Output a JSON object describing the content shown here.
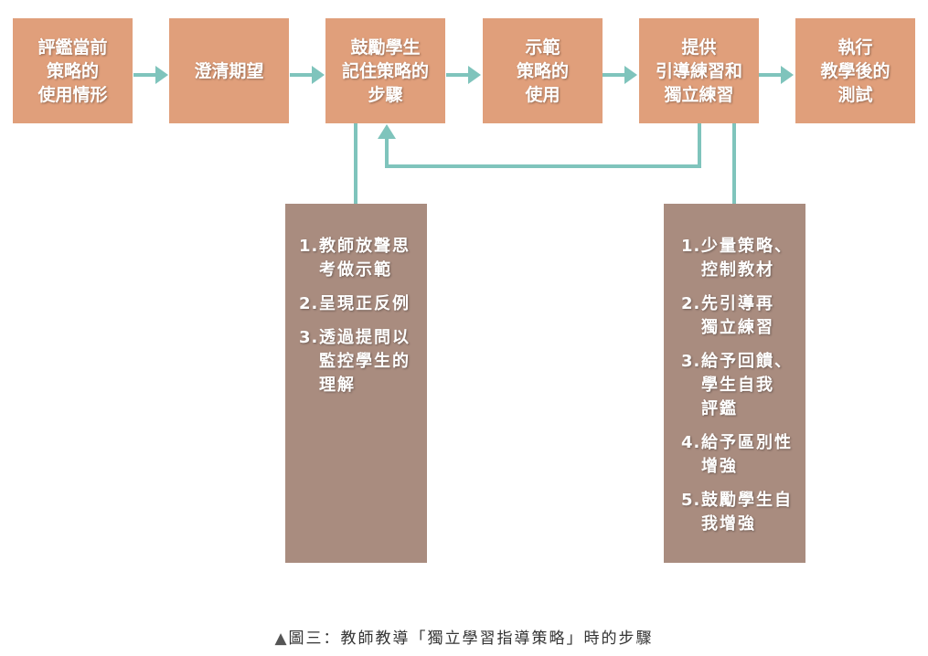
{
  "colors": {
    "step_box": "#e09f7b",
    "detail_panel": "#a98c7f",
    "arrow": "#7fc4bc",
    "text": "#ffffff"
  },
  "steps": [
    "評鑑當前\n策略的\n使用情形",
    "澄清期望",
    "鼓勵學生\n記住策略的\n步驟",
    "示範\n策略的\n使用",
    "提供\n引導練習和\n獨立練習",
    "執行\n教學後的\n測試"
  ],
  "panel_left": {
    "items": [
      {
        "num": "1.",
        "text": "教師放聲思\n考做示範"
      },
      {
        "num": "2.",
        "text": "呈現正反例"
      },
      {
        "num": "3.",
        "text": "透過提問以\n監控學生的\n理解"
      }
    ]
  },
  "panel_right": {
    "items": [
      {
        "num": "1.",
        "text": "少量策略、\n控制教材"
      },
      {
        "num": "2.",
        "text": "先引導再\n獨立練習"
      },
      {
        "num": "3.",
        "text": "給予回饋、\n學生自我\n評鑑"
      },
      {
        "num": "4.",
        "text": "給予區別性\n增強"
      },
      {
        "num": "5.",
        "text": "鼓勵學生自\n我增強"
      }
    ]
  },
  "caption": {
    "marker": "▲",
    "text": "圖三：教師教導「獨立學習指導策略」時的步驟"
  }
}
